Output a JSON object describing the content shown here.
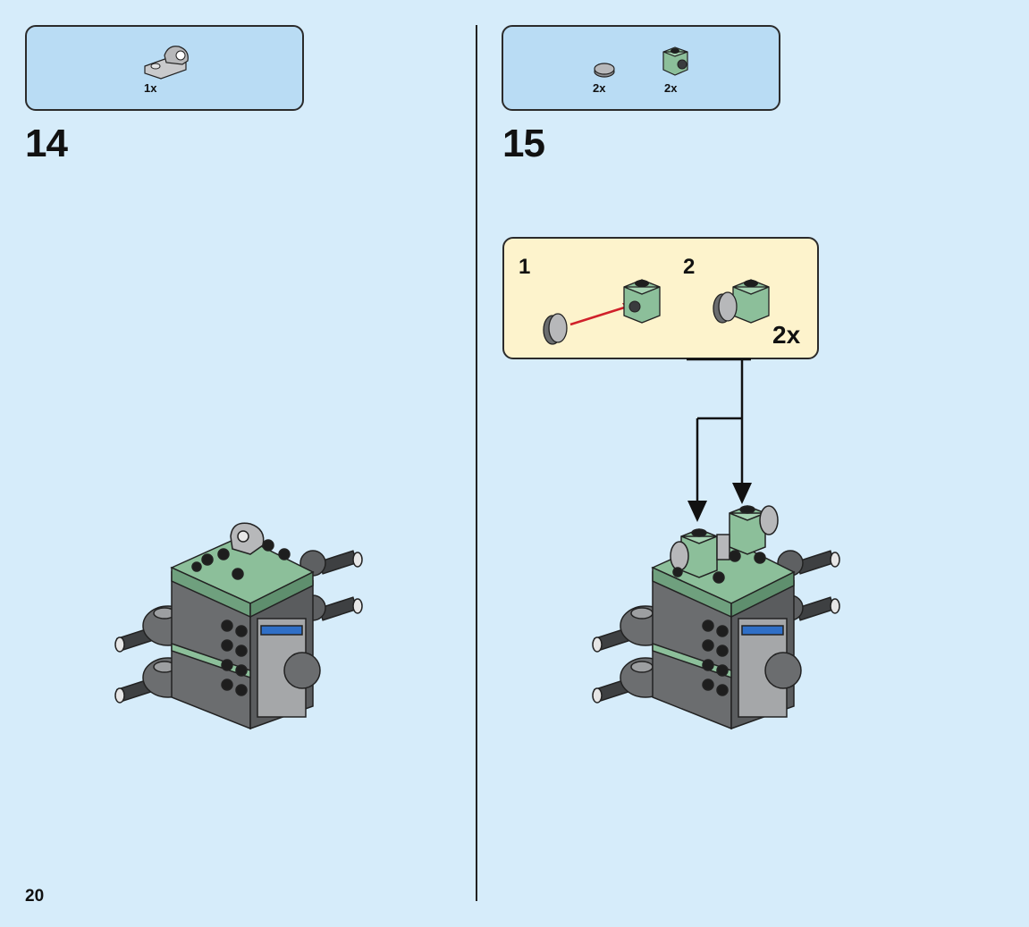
{
  "page": {
    "number": "20"
  },
  "steps": [
    {
      "number": "14",
      "parts": [
        {
          "name": "light-gray-bracket-icon",
          "qty": "1x"
        }
      ]
    },
    {
      "number": "15",
      "parts": [
        {
          "name": "gray-round-tile-icon",
          "qty": "2x"
        },
        {
          "name": "sand-green-brick-icon",
          "qty": "2x"
        }
      ],
      "callout": {
        "step1": "1",
        "step2": "2",
        "repeat": "2x"
      }
    }
  ],
  "colors": {
    "background": "#d6ecfa",
    "parts_box": "#b9dcf4",
    "callout": "#fdf3cc",
    "sand_green": "#8cbf9a",
    "dark_gray": "#5e6062",
    "light_gray": "#a5a7a9",
    "arrow_red": "#d0202a"
  }
}
